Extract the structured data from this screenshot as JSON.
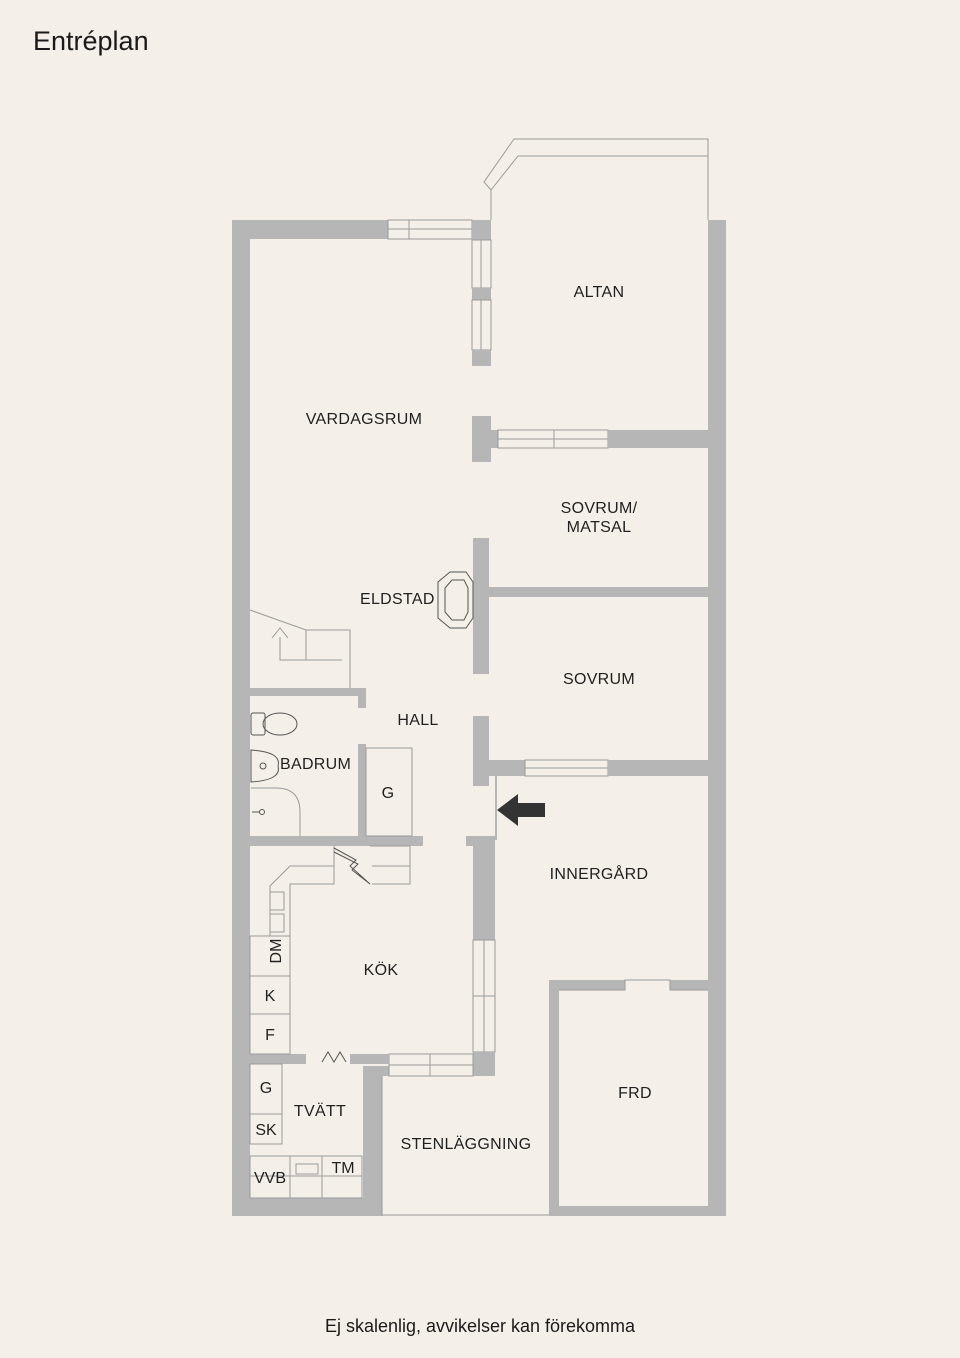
{
  "title": "Entréplan",
  "footnote": "Ej skalenlig, avvikelser kan förekomma",
  "rooms": {
    "vardagsrum": "VARDAGSRUM",
    "altan": "ALTAN",
    "sovrum_matsal_1": "SOVRUM/",
    "sovrum_matsal_2": "MATSAL",
    "eldstad": "ELDSTAD",
    "sovrum": "SOVRUM",
    "hall": "HALL",
    "badrum": "BADRUM",
    "hall_g": "G",
    "innergard": "INNERGÅRD",
    "kok": "KÖK",
    "dm": "DM",
    "k": "K",
    "f": "F",
    "frd": "FRD",
    "tvatt": "TVÄTT",
    "tvatt_g": "G",
    "sk": "SK",
    "stenlaggning": "STENLÄGGNING",
    "vvb": "VVB",
    "tm": "TM"
  },
  "colors": {
    "background": "#f4f0e9",
    "wall": "#b6b6b6",
    "line": "#9a9a9a",
    "arrow": "#333333"
  },
  "icons": {
    "entrance": "arrow-left-icon",
    "stairs": "stairs-up-arrow-icon",
    "fireplace": "fireplace-icon"
  }
}
